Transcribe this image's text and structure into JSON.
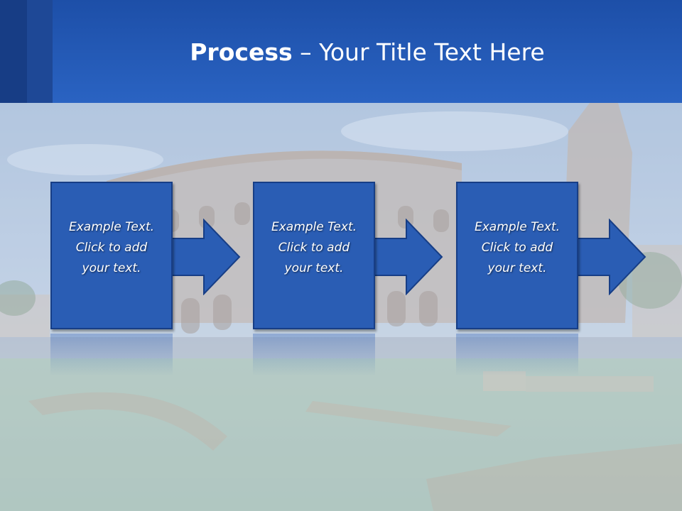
{
  "slide": {
    "title_bold": "Process",
    "title_rest": " – Your Title Text Here"
  },
  "steps": [
    {
      "lines": [
        "Example Text.",
        "Click  to add",
        "your text."
      ]
    },
    {
      "lines": [
        "Example Text.",
        "Click  to add",
        "your text."
      ]
    },
    {
      "lines": [
        "Example Text.",
        "Click  to add",
        "your text."
      ]
    }
  ],
  "colors": {
    "header": "#2a63c2",
    "box_fill": "#2a5db4",
    "box_border": "#173e86",
    "text": "#ffffff"
  },
  "icons": {
    "step_connector": "right-arrow-icon"
  }
}
